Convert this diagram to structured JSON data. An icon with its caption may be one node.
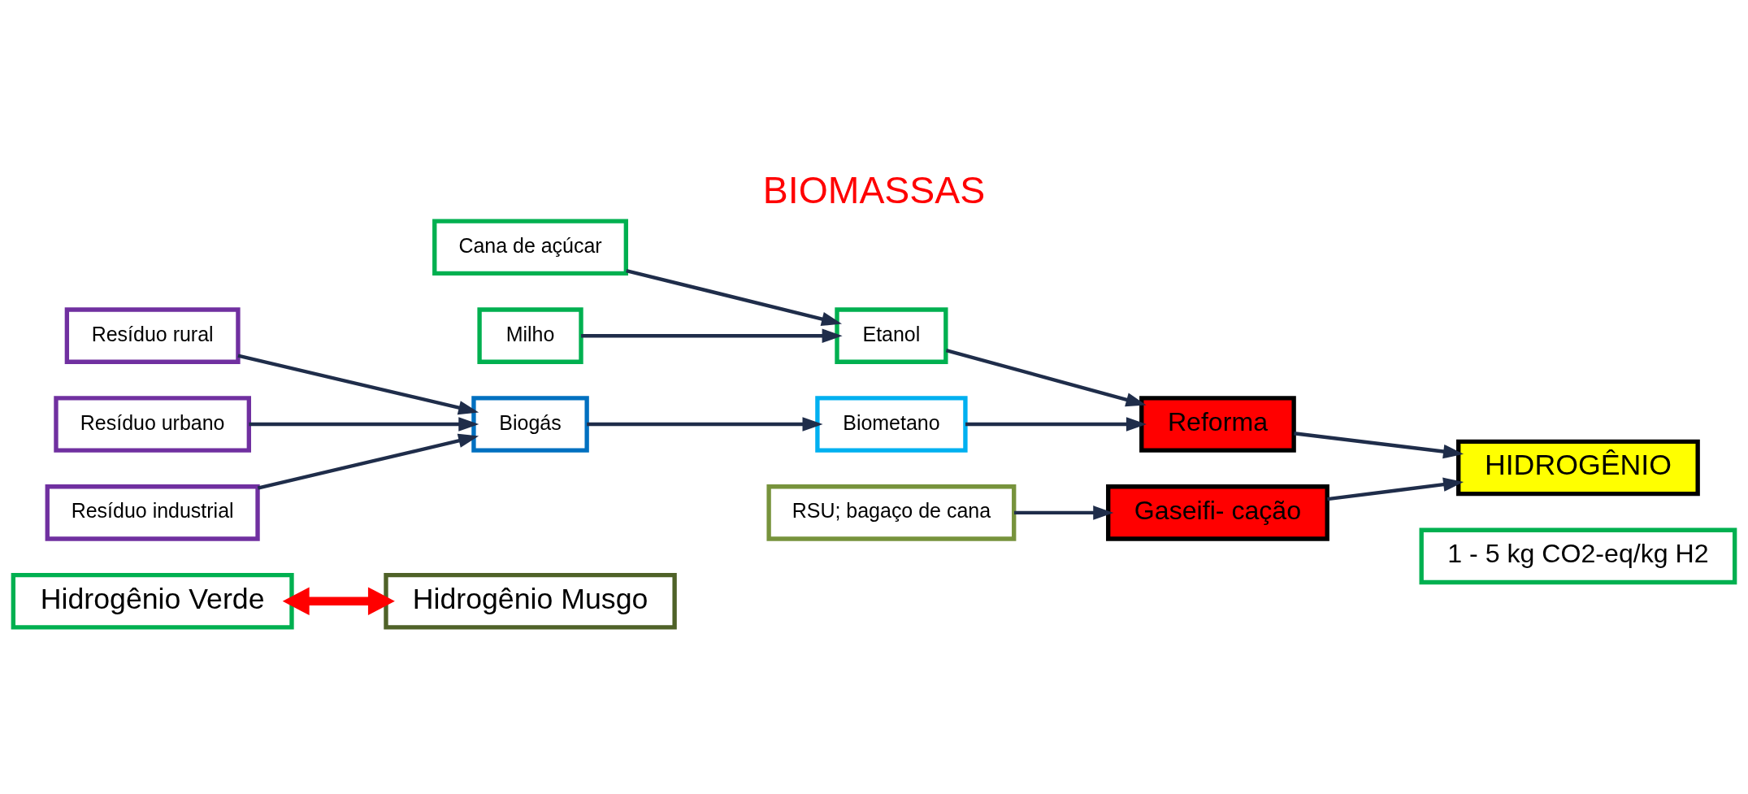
{
  "diagram": {
    "title": "BIOMASSAS",
    "nodes": [
      {
        "text": [
          "Hidrogênio Verde"
        ]
      },
      {
        "text": [
          "Hidrogênio Musgo"
        ]
      },
      {
        "text": [
          "Cana de açúcar"
        ]
      },
      {
        "text": [
          "Milho"
        ]
      },
      {
        "text": [
          "Etanol"
        ]
      },
      {
        "text": [
          "Resíduo rural"
        ]
      },
      {
        "text": [
          "Resíduo urbano"
        ]
      },
      {
        "text": [
          "Resíduo industrial"
        ]
      },
      {
        "text": [
          "Biogás"
        ]
      },
      {
        "text": [
          "Biometano"
        ]
      },
      {
        "text": [
          "Reforma"
        ]
      },
      {
        "text": [
          "RSU; bagaço de cana"
        ]
      },
      {
        "text": [
          "Gaseifi- cação"
        ]
      },
      {
        "text": [
          "HIDROGÊNIO"
        ]
      },
      {
        "text": [
          "1 - 5 kg CO2-eq/kg H2"
        ]
      }
    ],
    "edges": [
      {
        "from": 0,
        "to": 1,
        "arrow": "both",
        "style": "thick",
        "color": "#ff0000"
      },
      {
        "from": 2,
        "to": 4,
        "arrow": "to"
      },
      {
        "from": 3,
        "to": 4,
        "arrow": "to"
      },
      {
        "from": 4,
        "to": 10,
        "arrow": "to"
      },
      {
        "from": 5,
        "to": 8,
        "arrow": "to"
      },
      {
        "from": 6,
        "to": 8,
        "arrow": "to"
      },
      {
        "from": 7,
        "to": 8,
        "arrow": "to"
      },
      {
        "from": 8,
        "to": 9,
        "arrow": "to"
      },
      {
        "from": 9,
        "to": 10,
        "arrow": "to"
      },
      {
        "from": 10,
        "to": 13,
        "arrow": "to"
      },
      {
        "from": 11,
        "to": 12,
        "arrow": "to"
      },
      {
        "from": 12,
        "to": 13,
        "arrow": "to"
      }
    ]
  }
}
